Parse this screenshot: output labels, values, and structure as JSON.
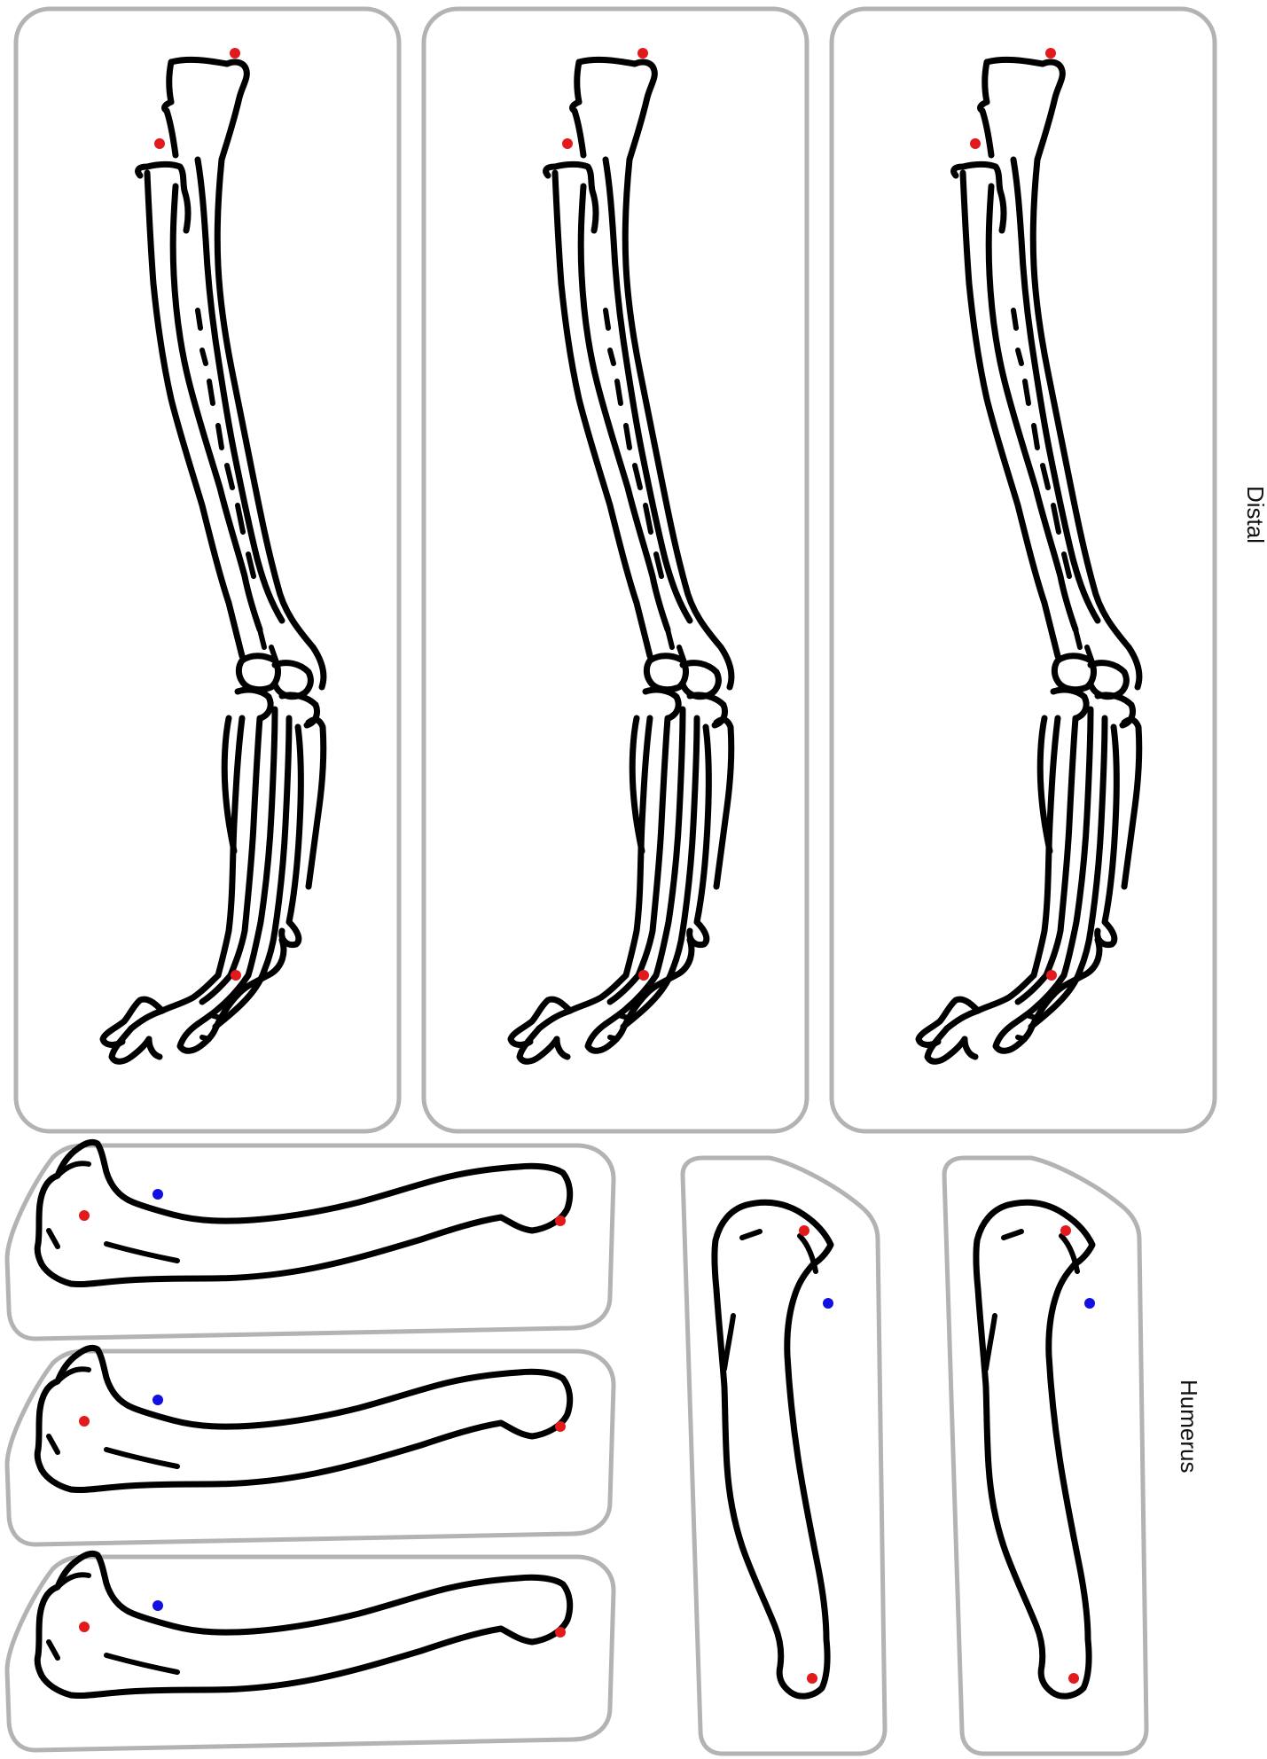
{
  "labels": {
    "distal": "Distal",
    "humerus": "Humerus"
  },
  "colors": {
    "frame": "#b3b3b3",
    "outline": "#000000",
    "landmark_red": "#e31a1c",
    "landmark_blue": "#1010e0"
  },
  "panels": {
    "distal_count": 3,
    "humerus_lateral_count": 3,
    "humerus_upright_count": 2
  }
}
